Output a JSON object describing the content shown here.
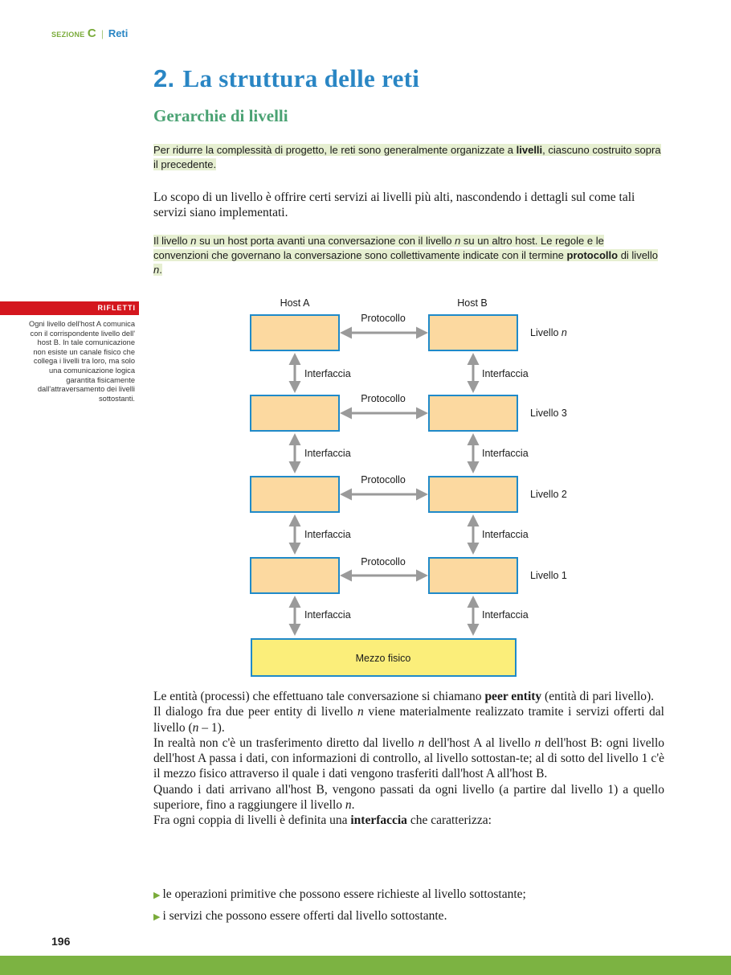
{
  "header": {
    "section_word": "SEZIONE",
    "section_letter": "C",
    "separator": "|",
    "section_name": "Reti"
  },
  "title": {
    "number": "2.",
    "text": "La struttura delle reti"
  },
  "subtitle": "Gerarchie di livelli",
  "highlight1": {
    "before": "Per ridurre la complessità di progetto, le reti sono generalmente organizzate a ",
    "bold": "livelli",
    "after": ", ciascuno costruito sopra il precedente."
  },
  "para1": "Lo scopo di un livello è offrire certi servizi ai livelli più alti, nascondendo i dettagli sul come tali servizi siano implementati.",
  "highlight2": {
    "t1": "Il livello ",
    "n1": "n",
    "t2": " su un host porta avanti una conversazione con il livello ",
    "n2": "n",
    "t3": " su un altro host. Le regole e le convenzioni che governano la conversazione sono collettivamente indicate con il termine ",
    "bold": "protocollo",
    "t4": " di livello ",
    "n3": "n",
    "t5": "."
  },
  "sidebar": {
    "heading": "RIFLETTI",
    "text": "Ogni livello dell'host A comunica con il corrispondente livello dell' host B. In tale comunicazione non esiste un canale fisico che collega i livelli tra loro, ma solo una comunicazione logica garantita fisicamente dall'attraversamento dei livelli sottostanti."
  },
  "diagram": {
    "host_a": "Host A",
    "host_b": "Host B",
    "protocol_label": "Protocollo",
    "interface_label": "Interfaccia",
    "levels": [
      {
        "name": "Livello ",
        "italic": "n"
      },
      {
        "name": "Livello 3",
        "italic": ""
      },
      {
        "name": "Livello 2",
        "italic": ""
      },
      {
        "name": "Livello 1",
        "italic": ""
      }
    ],
    "physical": "Mezzo fisico",
    "colors": {
      "box": "#fcd9a0",
      "box_border": "#1f8ac9",
      "physical": "#fbee7a",
      "arrow": "#9a9a9a"
    }
  },
  "body": {
    "p1a": "Le entità (processi) che effettuano tale conversazione si chiamano ",
    "p1b": "peer entity",
    "p1c": " (entità di pari livello).",
    "p2a": "Il dialogo fra due peer entity di livello ",
    "p2n": "n",
    "p2b": " viene materialmente realizzato tramite i servizi offerti dal livello (",
    "p2n2": "n",
    "p2c": " – 1).",
    "p3a": "In realtà non c'è un trasferimento diretto dal livello ",
    "p3n": "n",
    "p3b": " dell'host A al livello ",
    "p3n2": "n",
    "p3c": " dell'host B: ogni livello dell'host A passa i dati, con informazioni di controllo, al livello sottostan-te; al di sotto del livello 1 c'è il mezzo fisico attraverso il quale i dati vengono trasferiti dall'host A all'host B.",
    "p4a": "Quando i dati arrivano all'host B, vengono passati da ogni livello (a partire dal livello 1) a quello superiore, fino a raggiungere il livello ",
    "p4n": "n",
    "p4b": ".",
    "p5a": "Fra ogni coppia di livelli è definita una ",
    "p5b": "interfaccia",
    "p5c": " che caratterizza:"
  },
  "bullets": [
    "le operazioni primitive che possono essere richieste al livello sottostante;",
    "i servizi che possono essere offerti dal livello sottostante."
  ],
  "page_number": "196"
}
